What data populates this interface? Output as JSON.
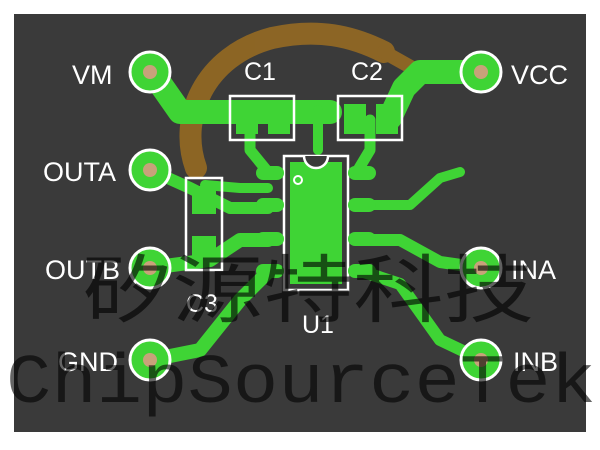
{
  "board": {
    "background_color": "#3a3a3a",
    "trace_color": "#3fd435",
    "outline_color": "#ffffff"
  },
  "pins": {
    "vm": "VM",
    "outa": "OUTA",
    "outb": "OUTB",
    "gnd": "GND",
    "vcc": "VCC",
    "ina": "INA",
    "inb": "INB"
  },
  "components": {
    "c1": "C1",
    "c2": "C2",
    "c3": "C3",
    "u1": "U1"
  },
  "watermark": {
    "chinese": "矽源特科技",
    "english": "ChipSourceTek"
  }
}
